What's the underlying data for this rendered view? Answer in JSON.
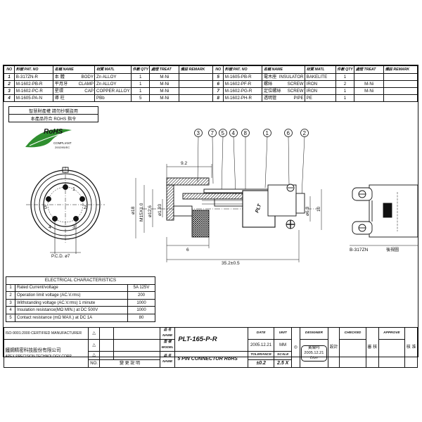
{
  "bom": {
    "headers": {
      "no": "NO",
      "part_no": "料號 PAT. NO",
      "name": "名稱 NAME",
      "material": "材質 MATL",
      "qty": "件數 QTY",
      "treat": "處理 TREAT",
      "remark": "備註 REMARK"
    },
    "left_rows": [
      {
        "no": "1",
        "part": "B-317ZN-R",
        "name_cn": "本 體",
        "name_en": "BODY",
        "matl": "Zn ALLOY",
        "qty": "1",
        "treat": "M-Ni",
        "remark": ""
      },
      {
        "no": "2",
        "part": "M-1602-PB-R",
        "name_cn": "平月牙",
        "name_en": "CLAMP",
        "matl": "Zn ALLOY",
        "qty": "1",
        "treat": "M-Ni",
        "remark": ""
      },
      {
        "no": "3",
        "part": "M-1602-PC-R",
        "name_cn": "星環",
        "name_en": "CAP",
        "matl": "COPPER ALLOY",
        "qty": "1",
        "treat": "M-Ni",
        "remark": ""
      },
      {
        "no": "4",
        "part": "M-1605-PA-N",
        "name_cn": "導 柱",
        "name_en": "",
        "matl": "PBb",
        "qty": "5",
        "treat": "M-Ni",
        "remark": ""
      }
    ],
    "right_rows": [
      {
        "no": "5",
        "part": "M-1605-PB-R",
        "name_cn": "電木座",
        "name_en": "INSULATOR",
        "matl": "BAKELITE",
        "qty": "1",
        "treat": "",
        "remark": ""
      },
      {
        "no": "6",
        "part": "M-1602-PF-R",
        "name_cn": "螺絲",
        "name_en": "SCREW",
        "matl": "IRON",
        "qty": "2",
        "treat": "M-Ni",
        "remark": ""
      },
      {
        "no": "7",
        "part": "M-1602-PG-R",
        "name_cn": "定位螺絲",
        "name_en": "SCREW",
        "matl": "IRON",
        "qty": "1",
        "treat": "M-Ni",
        "remark": ""
      },
      {
        "no": "8",
        "part": "M-1602-PH-R",
        "name_cn": "透明管",
        "name_en": "PIPE",
        "matl": "PE",
        "qty": "1",
        "treat": "",
        "remark": ""
      }
    ]
  },
  "notes": {
    "line1": "智慧財產權 請勿抄襲盜用",
    "line2": "本產品符合 ROHS 指令"
  },
  "rohs_logo": {
    "text": "RoHS",
    "sub1": "COMPLIANT",
    "sub2": "2002/95/EC",
    "color": "#2f8f2f"
  },
  "drawing": {
    "balloons": [
      "3",
      "7",
      "5",
      "4",
      "8",
      "1",
      "6",
      "2"
    ],
    "front_pins": [
      "1",
      "2",
      "3",
      "4",
      "5"
    ],
    "dims": {
      "d92": "9.2",
      "d18": "ø18",
      "m15": "M15X1.0",
      "d126": "ø12.6",
      "d193": "ø1.93",
      "d63": "ø6.3",
      "d10": "10",
      "d6": "6",
      "d352": "35.2±0.5",
      "pcd": "P.C.D. ø7"
    },
    "side_label": "B-317ZN",
    "side_label_cn": "後視圖",
    "body_mark": "PLT"
  },
  "electrical": {
    "title": "ELECTRICAL CHARACTERISTICS",
    "rows": [
      {
        "n": "1",
        "label": "Rated Current/voltage",
        "value": "5A 125V"
      },
      {
        "n": "2",
        "label": "Operation limit voltage (AC.V.rms)",
        "value": "200"
      },
      {
        "n": "3",
        "label": "Withstanding voltage (AC.V.rms) 1 minute",
        "value": "1000"
      },
      {
        "n": "4",
        "label": "Insulation resistance(MΩ MIN.) at DC 500V",
        "value": "1000"
      },
      {
        "n": "5",
        "label": "Contact resistance (mΩ MAX.) at DC 1A",
        "value": "80"
      }
    ]
  },
  "title_block": {
    "cert": "ISO-9001:2000 CERTIFIED MANUFACTURER",
    "company_cn": "鐵鋼精密科技股份有限公司",
    "company_en": "APEX PRECISION TECHNOLOGY CORP.",
    "no_label": "NO.",
    "change_label": "變 更 說 明",
    "name_cn": "品 名",
    "name_en": "NAME",
    "model_cn": "型 號",
    "model_en": "MODEL",
    "model_value": "PLT-165-P-R",
    "name_value": "5 PIN CONNECTOR RoHS",
    "date_label": "DATE",
    "date_value": "2005.12.21",
    "unit_label": "UNIT",
    "unit_value": "MM",
    "tolerance_label": "TOLERANCE",
    "tolerance_value": "±0.2",
    "scale_label": "SCALE",
    "scale_value": "2.5 X",
    "designer_label": "DESIGNER",
    "designer_stamp": "黃榮吟",
    "designer_date": "2005.12.21",
    "designer_sign": "Lion",
    "checked_label": "CHECKED",
    "approve_label": "APPROVE",
    "check_cn": "審 核",
    "approve_cn": "核 准"
  }
}
